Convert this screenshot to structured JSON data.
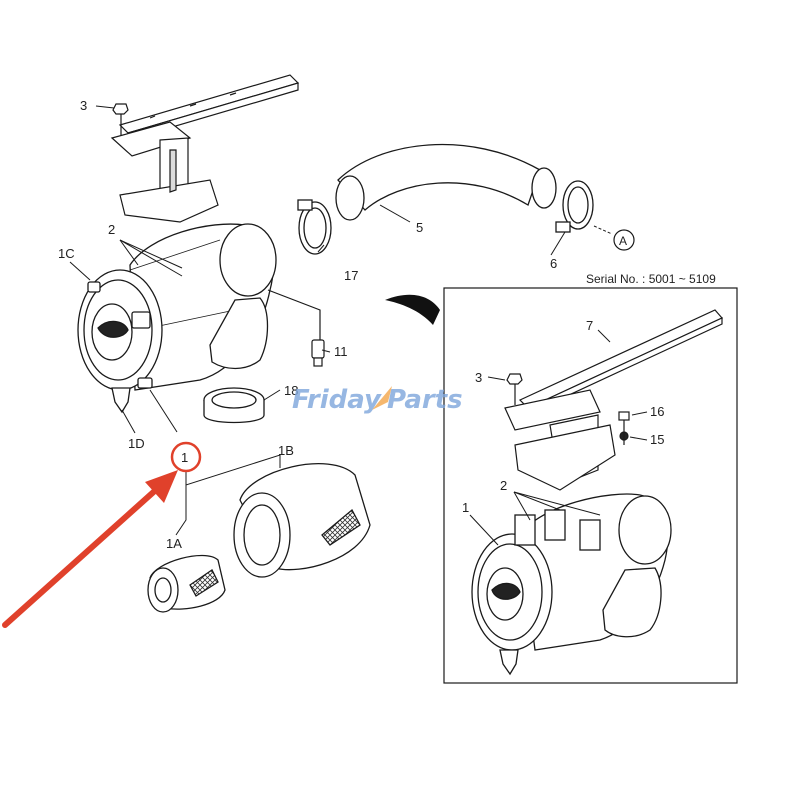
{
  "serial_caption": "Serial No. : 5001 ~ 5109",
  "watermark": {
    "part1": "Friday",
    "part2": "Parts",
    "color_primary": "#7ea6dc",
    "color_accent": "#f3a64a"
  },
  "callouts": {
    "c3": "3",
    "c2": "2",
    "c1C": "1C",
    "c1D": "1D",
    "c1": "1",
    "c1A": "1A",
    "c1B": "1B",
    "c18": "18",
    "c11": "11",
    "c17": "17",
    "c5": "5",
    "c6": "6",
    "cA": "A",
    "inset_7": "7",
    "inset_3": "3",
    "inset_16": "16",
    "inset_15": "15",
    "inset_2": "2",
    "inset_1": "1"
  },
  "highlight_color": "#e0412b",
  "line_color": "#1a1a1a"
}
